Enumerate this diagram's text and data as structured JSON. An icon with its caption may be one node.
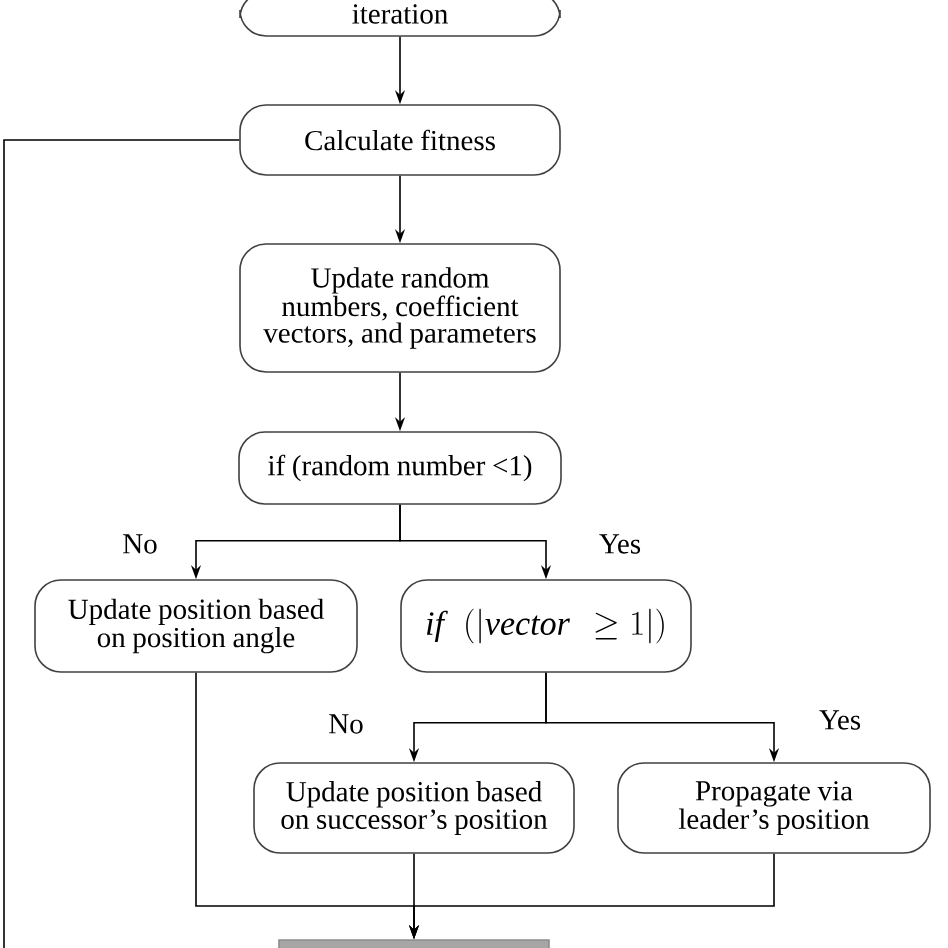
{
  "diagram": {
    "nodes": [
      {
        "text": [
          "iteration"
        ]
      },
      {
        "text": [
          "Calculate fitness"
        ]
      },
      {
        "text": [
          "Update random numbers, coefficient vectors, and parameters"
        ]
      },
      {
        "text": [
          "if (random number <1)"
        ]
      },
      {
        "text": [
          "Update position based on position angle"
        ]
      },
      {
        "text": [
          "\\mathit{if}\\ \\ \\left(\\left|\\mathit{vector}\\ \\ \\geq 1\\right|\\right)"
        ]
      },
      {
        "text": [
          "Update position based on successor’s position"
        ]
      },
      {
        "text": [
          "Propagate via leader’s position"
        ]
      },
      {
        "text": [],
        "shape": "box"
      }
    ],
    "edges": [
      {
        "from": 0,
        "to": 1,
        "arrow": "to"
      },
      {
        "from": 1,
        "to": 2,
        "arrow": "to"
      },
      {
        "from": 2,
        "to": 3,
        "arrow": "to"
      },
      {
        "from": 3,
        "to": 4,
        "arrow": "to",
        "label": "No"
      },
      {
        "from": 3,
        "to": 5,
        "arrow": "to",
        "label": "Yes"
      },
      {
        "from": 5,
        "to": 6,
        "arrow": "to",
        "label": "No"
      },
      {
        "from": 5,
        "to": 7,
        "arrow": "to",
        "label": "Yes"
      },
      {
        "from": 4,
        "to": 8,
        "arrow": "to"
      },
      {
        "from": 6,
        "to": 8,
        "arrow": "to"
      },
      {
        "from": 7,
        "to": 8,
        "arrow": "to"
      },
      {
        "from": null,
        "to": 1,
        "arrow": "none"
      }
    ]
  }
}
